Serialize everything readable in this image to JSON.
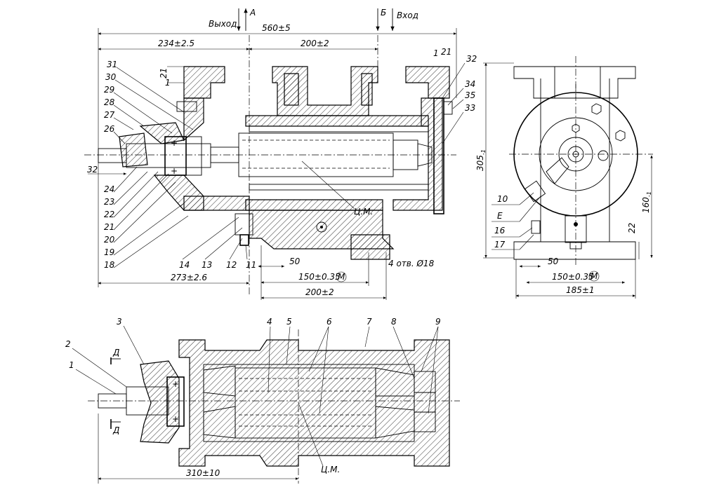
{
  "flow": {
    "outlet": "Выход",
    "outlet_letter": "А",
    "inlet": "Вход",
    "inlet_letter": "Б"
  },
  "dims_top": {
    "overall_length": "560±5",
    "left_offset": "234±2.5",
    "mid_span": "200±2",
    "flange_21_left": "21",
    "flange_1_left": "1",
    "flange_1_right": "1",
    "flange_21_right": "21",
    "shaft_32": "32",
    "left_to_mid": "273±2.6",
    "foot_50": "50",
    "foot_bolt_spacing": "150±0.35",
    "foot_bolt_spacing_mark": "M",
    "holes_note": "4 отв. Ø18",
    "foot_length": "200±2",
    "center_mark_top": "Ц.М."
  },
  "dims_side": {
    "height": "305",
    "height_sub": "-1",
    "axis_height": "160",
    "axis_height_sub": "-1",
    "base_22": "22",
    "foot_50": "50",
    "foot_bolt_spacing": "150±0.35",
    "foot_bolt_spacing_mark": "M",
    "base_width": "185±1",
    "view_letter": "Е"
  },
  "dims_bottom": {
    "length": "310±10",
    "section_letter_top": "Д",
    "section_letter_bottom": "Д",
    "center_mark_bottom": "Ц.М."
  },
  "callouts_top": [
    "31",
    "30",
    "29",
    "28",
    "27",
    "26",
    "24",
    "23",
    "22",
    "21",
    "20",
    "19",
    "18",
    "14",
    "13",
    "12",
    "11"
  ],
  "callouts_right_top": [
    "32",
    "34",
    "35",
    "33"
  ],
  "callouts_side": [
    "10",
    "Е",
    "16",
    "17"
  ],
  "callouts_bottom": [
    "1",
    "2",
    "3",
    "4",
    "5",
    "6",
    "7",
    "8",
    "9"
  ]
}
